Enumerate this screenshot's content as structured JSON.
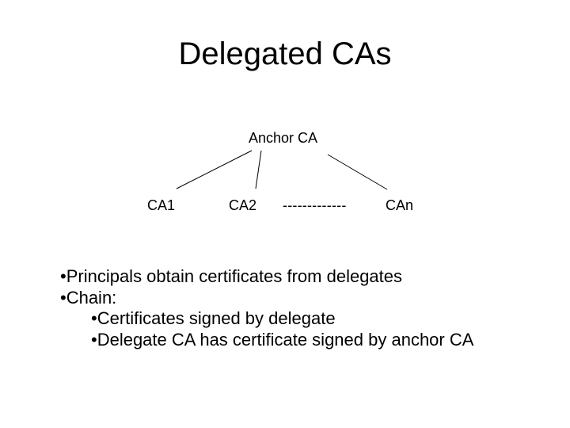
{
  "slide": {
    "title": "Delegated CAs",
    "diagram": {
      "root": "Anchor CA",
      "children": [
        "CA1",
        "CA2",
        "-------------",
        "CAn"
      ]
    },
    "bullets": [
      {
        "text": "•Principals obtain certificates from delegates",
        "level": 0
      },
      {
        "text": "•Chain:",
        "level": 0
      },
      {
        "text": "•Certificates signed by delegate",
        "level": 1
      },
      {
        "text": "•Delegate CA has certificate signed by anchor CA",
        "level": 1
      }
    ]
  }
}
